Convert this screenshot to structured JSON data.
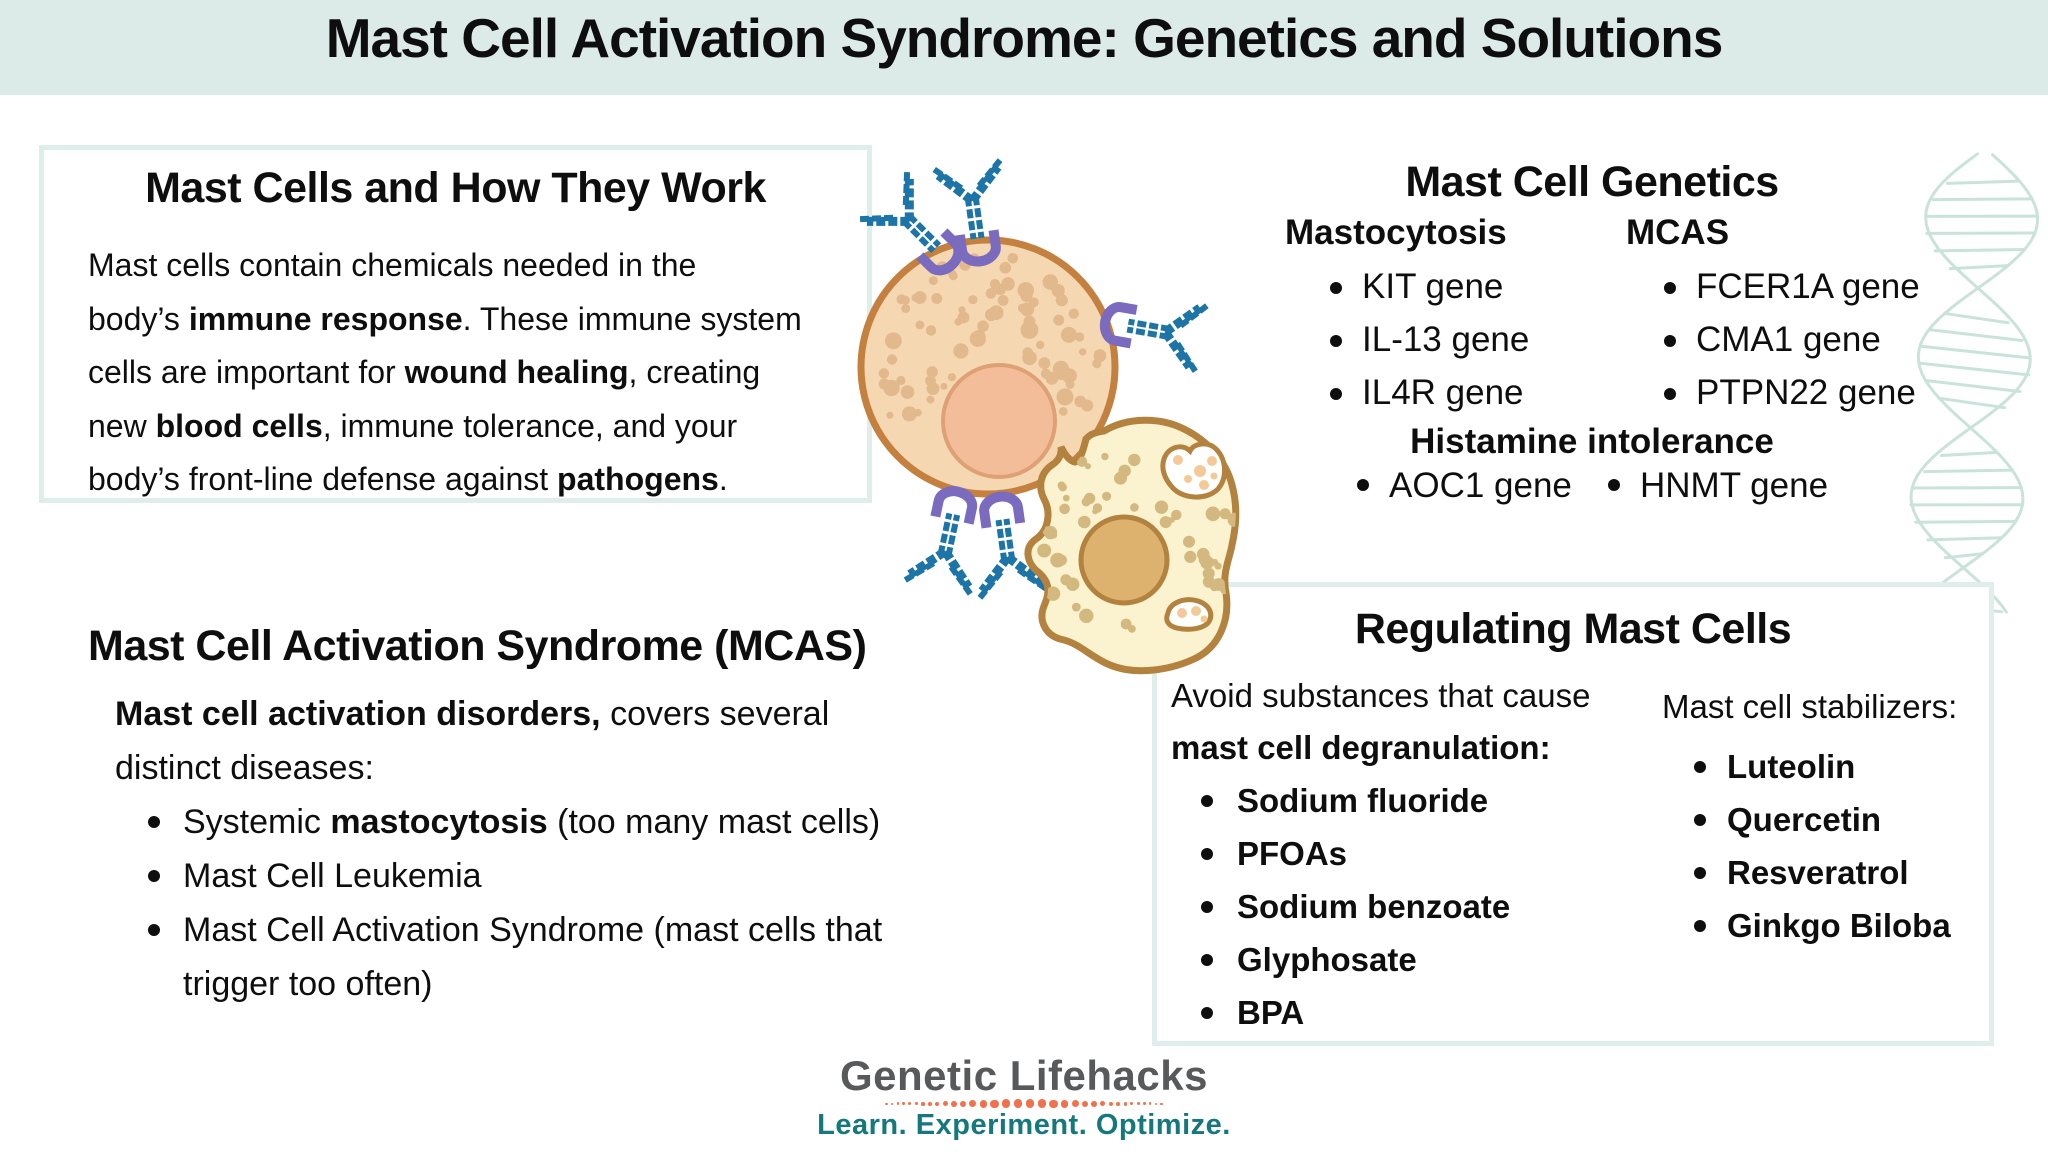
{
  "title": "Mast Cell Activation Syndrome: Genetics and Solutions",
  "how_they_work": {
    "heading": "Mast Cells and How They Work",
    "l1": "Mast cells contain chemicals needed in the",
    "l2a": "body’s ",
    "l2b": "immune response",
    "l2c": ". These immune system",
    "l3a": "cells are important for ",
    "l3b": "wound healing",
    "l3c": ", creating",
    "l4a": "new ",
    "l4b": "blood cells",
    "l4c": ", immune tolerance, and your",
    "l5a": "body’s front-line defense against ",
    "l5b": "pathogens",
    "l5c": "."
  },
  "genetics": {
    "heading": "Mast Cell Genetics",
    "columns": [
      {
        "heading": "Mastocytosis",
        "items": [
          "KIT gene",
          "IL-13 gene",
          "IL4R gene"
        ]
      },
      {
        "heading": "MCAS",
        "items": [
          "FCER1A gene",
          "CMA1 gene",
          "PTPN22 gene"
        ]
      }
    ],
    "histamine": {
      "heading": "Histamine intolerance",
      "items": [
        "AOC1 gene",
        "HNMT gene"
      ]
    }
  },
  "mcas": {
    "heading": "Mast Cell Activation Syndrome (MCAS)",
    "intro_bold": "Mast cell activation disorders,",
    "intro_rest": " covers several",
    "intro_line2": "distinct diseases:",
    "bullets": [
      {
        "r1": "Systemic ",
        "b": "mastocytosis",
        "r2": " (too many mast cells)"
      },
      {
        "text": "Mast Cell Leukemia"
      },
      {
        "text": "Mast Cell Activation Syndrome (mast cells that trigger too often)"
      }
    ]
  },
  "regulating": {
    "heading": "Regulating Mast Cells",
    "left_intro_line1": "Avoid substances that cause",
    "left_intro_line2": "mast cell degranulation:",
    "left_items": [
      "Sodium fluoride",
      "PFOAs",
      "Sodium benzoate",
      "Glyphosate",
      "BPA"
    ],
    "right_intro": "Mast cell stabilizers:",
    "right_items": [
      "Luteolin",
      "Quercetin",
      "Resveratrol",
      "Ginkgo Biloba"
    ]
  },
  "logo": {
    "name": "Genetic Lifehacks",
    "tagline": "Learn. Experiment. Optimize."
  },
  "colors": {
    "header_band": "#dcebe7",
    "panel_border": "#dfeeea",
    "logo_gray": "#58595b",
    "tagline_teal": "#15787c",
    "divider_orange": "#f2714d",
    "dna_watermark": "#c9e3da",
    "mast_cell_fill": "#f5d7b2",
    "mast_cell_membrane": "#c4803f",
    "degranulating_cell_fill": "#fbf3cf",
    "degranulating_cell_membrane": "#b2823e",
    "antibody_blue": "#1d74a6",
    "receptor_purple": "#7a6bbf"
  }
}
